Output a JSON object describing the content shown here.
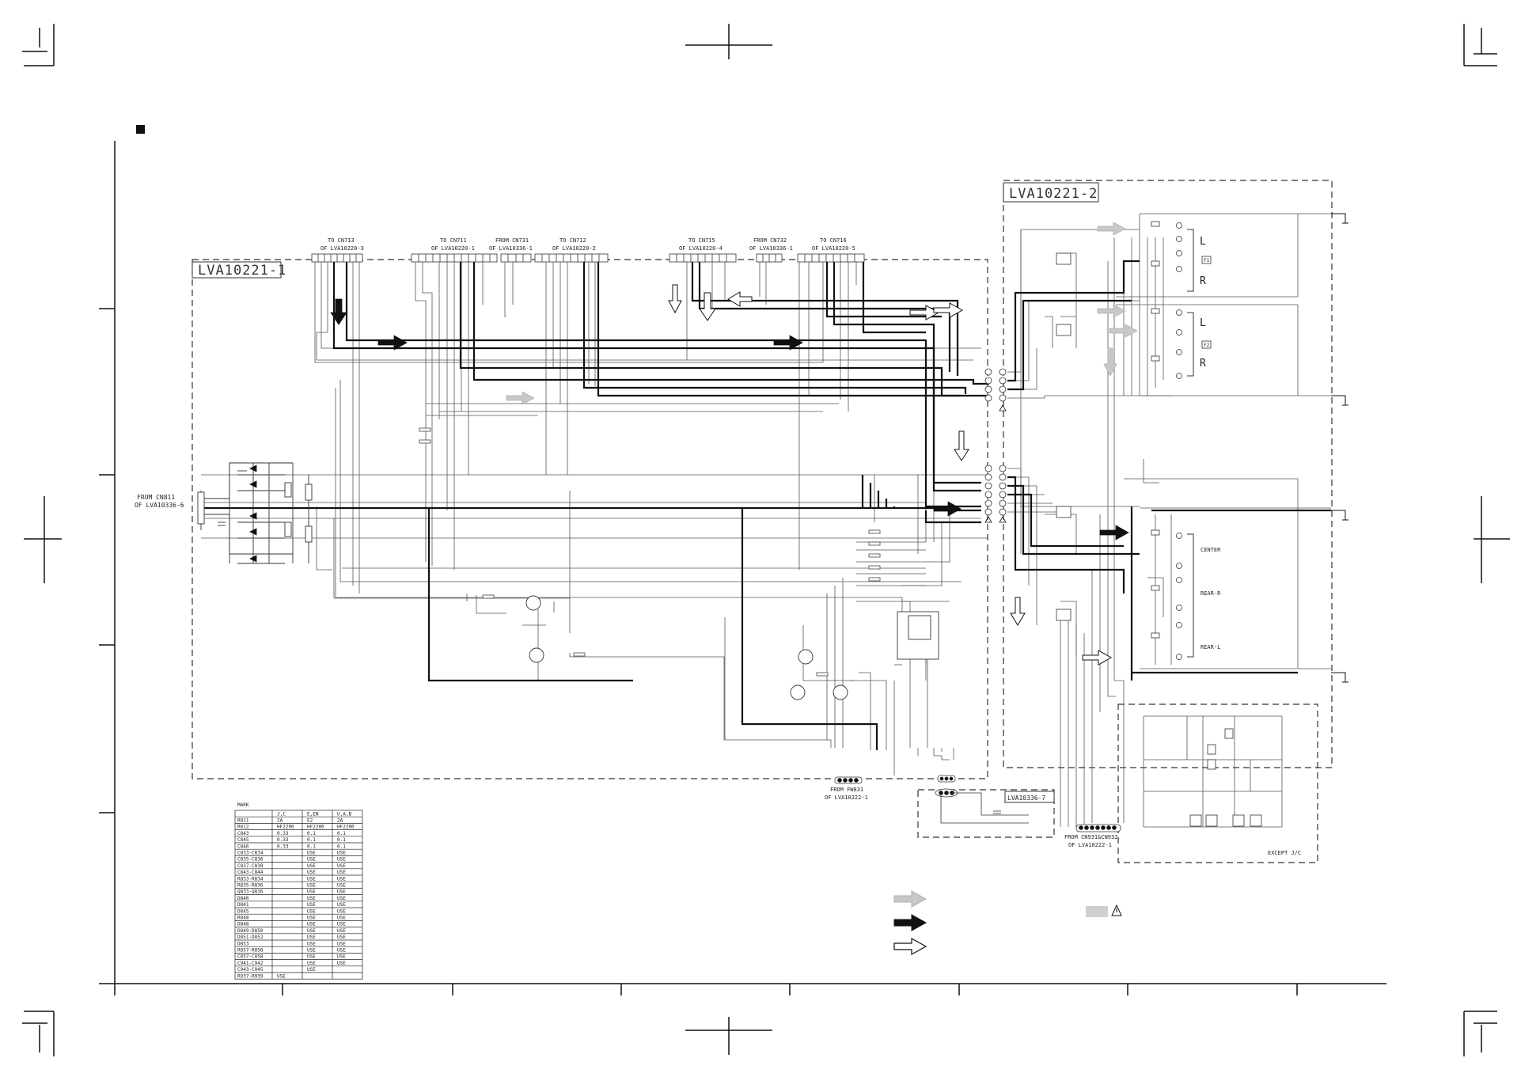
{
  "boards": {
    "main": "LVA10221-1",
    "output": "LVA10221-2",
    "sub": "LVA10336-7"
  },
  "connectors": {
    "to_cn713": [
      "TO CN713",
      "OF LVA10220-3"
    ],
    "to_cn711": [
      "TO CN711",
      "OF LVA10220-1"
    ],
    "from_cn731": [
      "FROM CN731",
      "OF LVA10336-1"
    ],
    "to_cn712": [
      "TO CN712",
      "OF LVA10220-2"
    ],
    "to_cn715": [
      "TO CN715",
      "OF LVA10220-4"
    ],
    "from_cn732": [
      "FROM CN732",
      "OF LVA10336-1"
    ],
    "to_cn716": [
      "TO CN716",
      "OF LVA10220-5"
    ],
    "from_cn811": [
      "FROM CN811",
      "OF LVA10336-6"
    ],
    "from_fw831": [
      "FROM FW831",
      "OF LVA10222-1"
    ],
    "from_cn931": [
      "FROM CN931&CN932",
      "OF LVA10222-1"
    ]
  },
  "outputs": {
    "front1": [
      "L",
      "R"
    ],
    "front2": [
      "L",
      "R"
    ],
    "center": "CENTER",
    "rear_r": "REAR-R",
    "rear_l": "REAR-L"
  },
  "labels": {
    "except": "EXCEPT J/C",
    "table_title": "MARK"
  },
  "table": {
    "headers": [
      "",
      "J,C",
      "E,EN",
      "U,A,B"
    ],
    "rows": [
      [
        "R811",
        "2A",
        "E2",
        "2A"
      ],
      [
        "R812",
        "HF2200",
        "HF2200",
        "HF2200"
      ],
      [
        "C843",
        "0.33",
        "0.1",
        "0.1"
      ],
      [
        "C845",
        "0.33",
        "0.1",
        "0.1"
      ],
      [
        "C846",
        "0.33",
        "0.1",
        "0.1"
      ],
      [
        "C833-C834",
        "",
        "USE",
        "USE"
      ],
      [
        "C835-C836",
        "",
        "USE",
        "USE"
      ],
      [
        "C837-C838",
        "",
        "USE",
        "USE"
      ],
      [
        "C843-C844",
        "",
        "USE",
        "USE"
      ],
      [
        "R833-R834",
        "",
        "USE",
        "USE"
      ],
      [
        "R835-R836",
        "",
        "USE",
        "USE"
      ],
      [
        "Q833-Q836",
        "",
        "USE",
        "USE"
      ],
      [
        "D840",
        "",
        "USE",
        "USE"
      ],
      [
        "D841",
        "",
        "USE",
        "USE"
      ],
      [
        "D845",
        "",
        "USE",
        "USE"
      ],
      [
        "R848",
        "",
        "USE",
        "USE"
      ],
      [
        "D848",
        "",
        "USE",
        "USE"
      ],
      [
        "D849-D850",
        "",
        "USE",
        "USE"
      ],
      [
        "D851-D852",
        "",
        "USE",
        "USE"
      ],
      [
        "D853",
        "",
        "USE",
        "USE"
      ],
      [
        "R857-R858",
        "",
        "USE",
        "USE"
      ],
      [
        "C857-C858",
        "",
        "USE",
        "USE"
      ],
      [
        "C941-C942",
        "",
        "USE",
        "USE"
      ],
      [
        "C943-C945",
        "",
        "USE",
        ""
      ],
      [
        "R937-R939",
        "USE",
        "",
        ""
      ]
    ]
  },
  "icons": {
    "board_bullet": "black-square-icon",
    "safety": "warning-triangle-icon",
    "legend_gray": "gray-arrow-icon",
    "legend_black": "black-arrow-icon",
    "legend_white": "white-arrow-icon"
  },
  "colors": {
    "line": "#111111",
    "signal_gray": "#bdbdbd",
    "safety_fill": "#cfcfcf"
  }
}
